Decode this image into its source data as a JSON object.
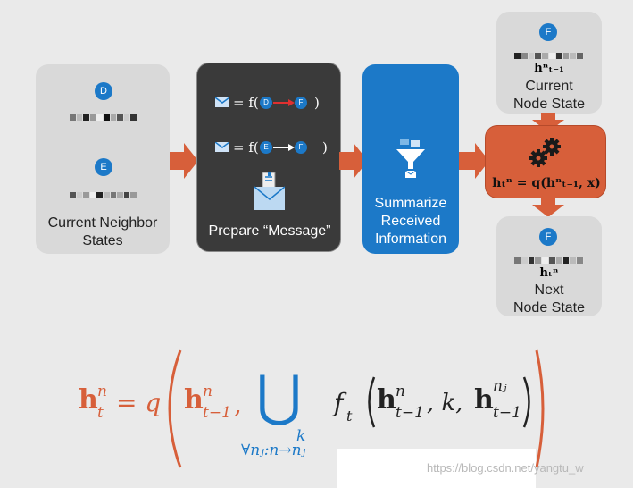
{
  "nodes": {
    "neighbor1": "D",
    "neighbor2": "E",
    "target": "F"
  },
  "labels": {
    "neighbors": [
      "Current Neighbor",
      "States"
    ],
    "prepare": "Prepare “Message”",
    "summarize": [
      "Summarize",
      "Received",
      "Information"
    ],
    "current_state": [
      "Current",
      "Node State"
    ],
    "next_state": [
      "Next",
      "Node State"
    ]
  },
  "math": {
    "message_eq": "= f(",
    "message_close": ")",
    "update": "hₜⁿ = q(hⁿₜ₋₁, x)",
    "current_h": "hⁿₜ₋₁",
    "next_h": "hₜⁿ"
  },
  "formula": {
    "lhs": "h",
    "lhs_sup": "n",
    "lhs_sub": "t",
    "eq": "= q",
    "arg1": "h",
    "arg1_sup": "n",
    "arg1_sub": "t−1",
    "comma": ",",
    "union": "⋃",
    "union_k": "k",
    "union_under": "∀nⱼ:n→nⱼ",
    "ft": "f",
    "ft_sub": "t",
    "inner_h1": "h",
    "inner_h1_sup": "n",
    "inner_h1_sub": "t−1",
    "inner_k": ", k, ",
    "inner_h2": "h",
    "inner_h2_sup": "nⱼ",
    "inner_h2_sub": "t−1"
  },
  "watermark": "https://blog.csdn.net/yangtu_w",
  "colors": {
    "blue": "#1c79c8",
    "orange": "#d75f3a",
    "dark": "#3a3a3a",
    "gray": "#d9d9d9"
  }
}
